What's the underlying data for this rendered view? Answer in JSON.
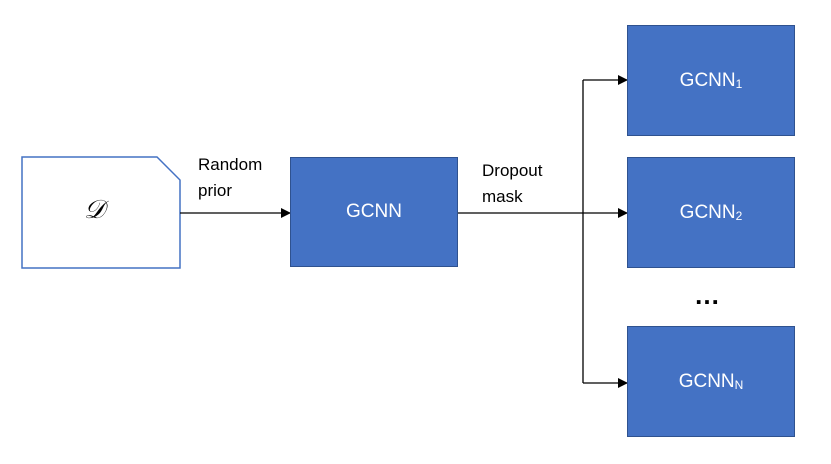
{
  "dataset": {
    "symbol": "𝒟"
  },
  "edge_labels": {
    "random_prior": [
      "Random",
      "prior"
    ],
    "dropout_mask": [
      "Dropout",
      "mask"
    ]
  },
  "main_model": {
    "label": "GCNN"
  },
  "ensemble": [
    {
      "label": "GCNN",
      "subscript": "1"
    },
    {
      "label": "GCNN",
      "subscript": "2"
    },
    {
      "label": "GCNN",
      "subscript": "N"
    }
  ],
  "ellipsis": "…",
  "colors": {
    "box_fill": "#4472c4",
    "box_border": "#2f528f",
    "doc_border": "#4472c4",
    "arrow": "#000000"
  }
}
